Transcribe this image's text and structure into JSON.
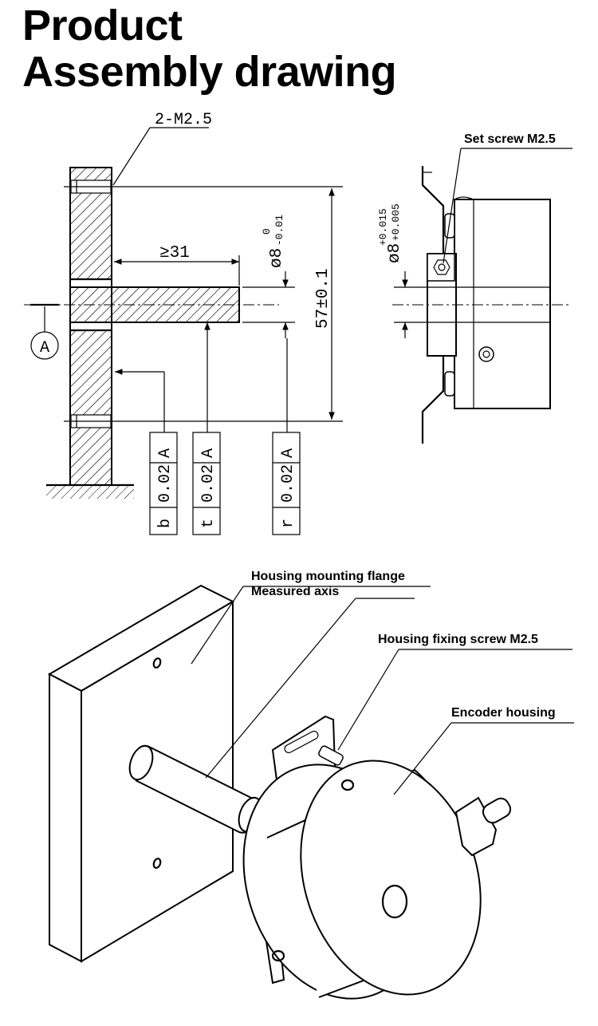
{
  "title": {
    "line1": "Product",
    "line2": "Assembly drawing"
  },
  "drawing": {
    "thread_callout": "2-M2.5",
    "shaft_length": "≥31",
    "shaft_diameter": "ø8",
    "shaft_tol_upper": "0",
    "shaft_tol_lower": "-0.01",
    "pcd_dim": "57±0.1",
    "datum": "A",
    "tolerance_frames": [
      {
        "symbol": "b",
        "value": "0.02",
        "datum": "A"
      },
      {
        "symbol": "t",
        "value": "0.02",
        "datum": "A"
      },
      {
        "symbol": "r",
        "value": "0.02",
        "datum": "A"
      }
    ],
    "bore_diameter": "ø8",
    "bore_tol_upper": "+0.015",
    "bore_tol_lower": "+0.005",
    "set_screw_label": "Set screw M2.5"
  },
  "isometric": {
    "flange_label": "Housing mounting flange",
    "axis_label": "Measured axis",
    "fixing_screw_label": "Housing fixing screw M2.5",
    "housing_label": "Encoder housing"
  }
}
